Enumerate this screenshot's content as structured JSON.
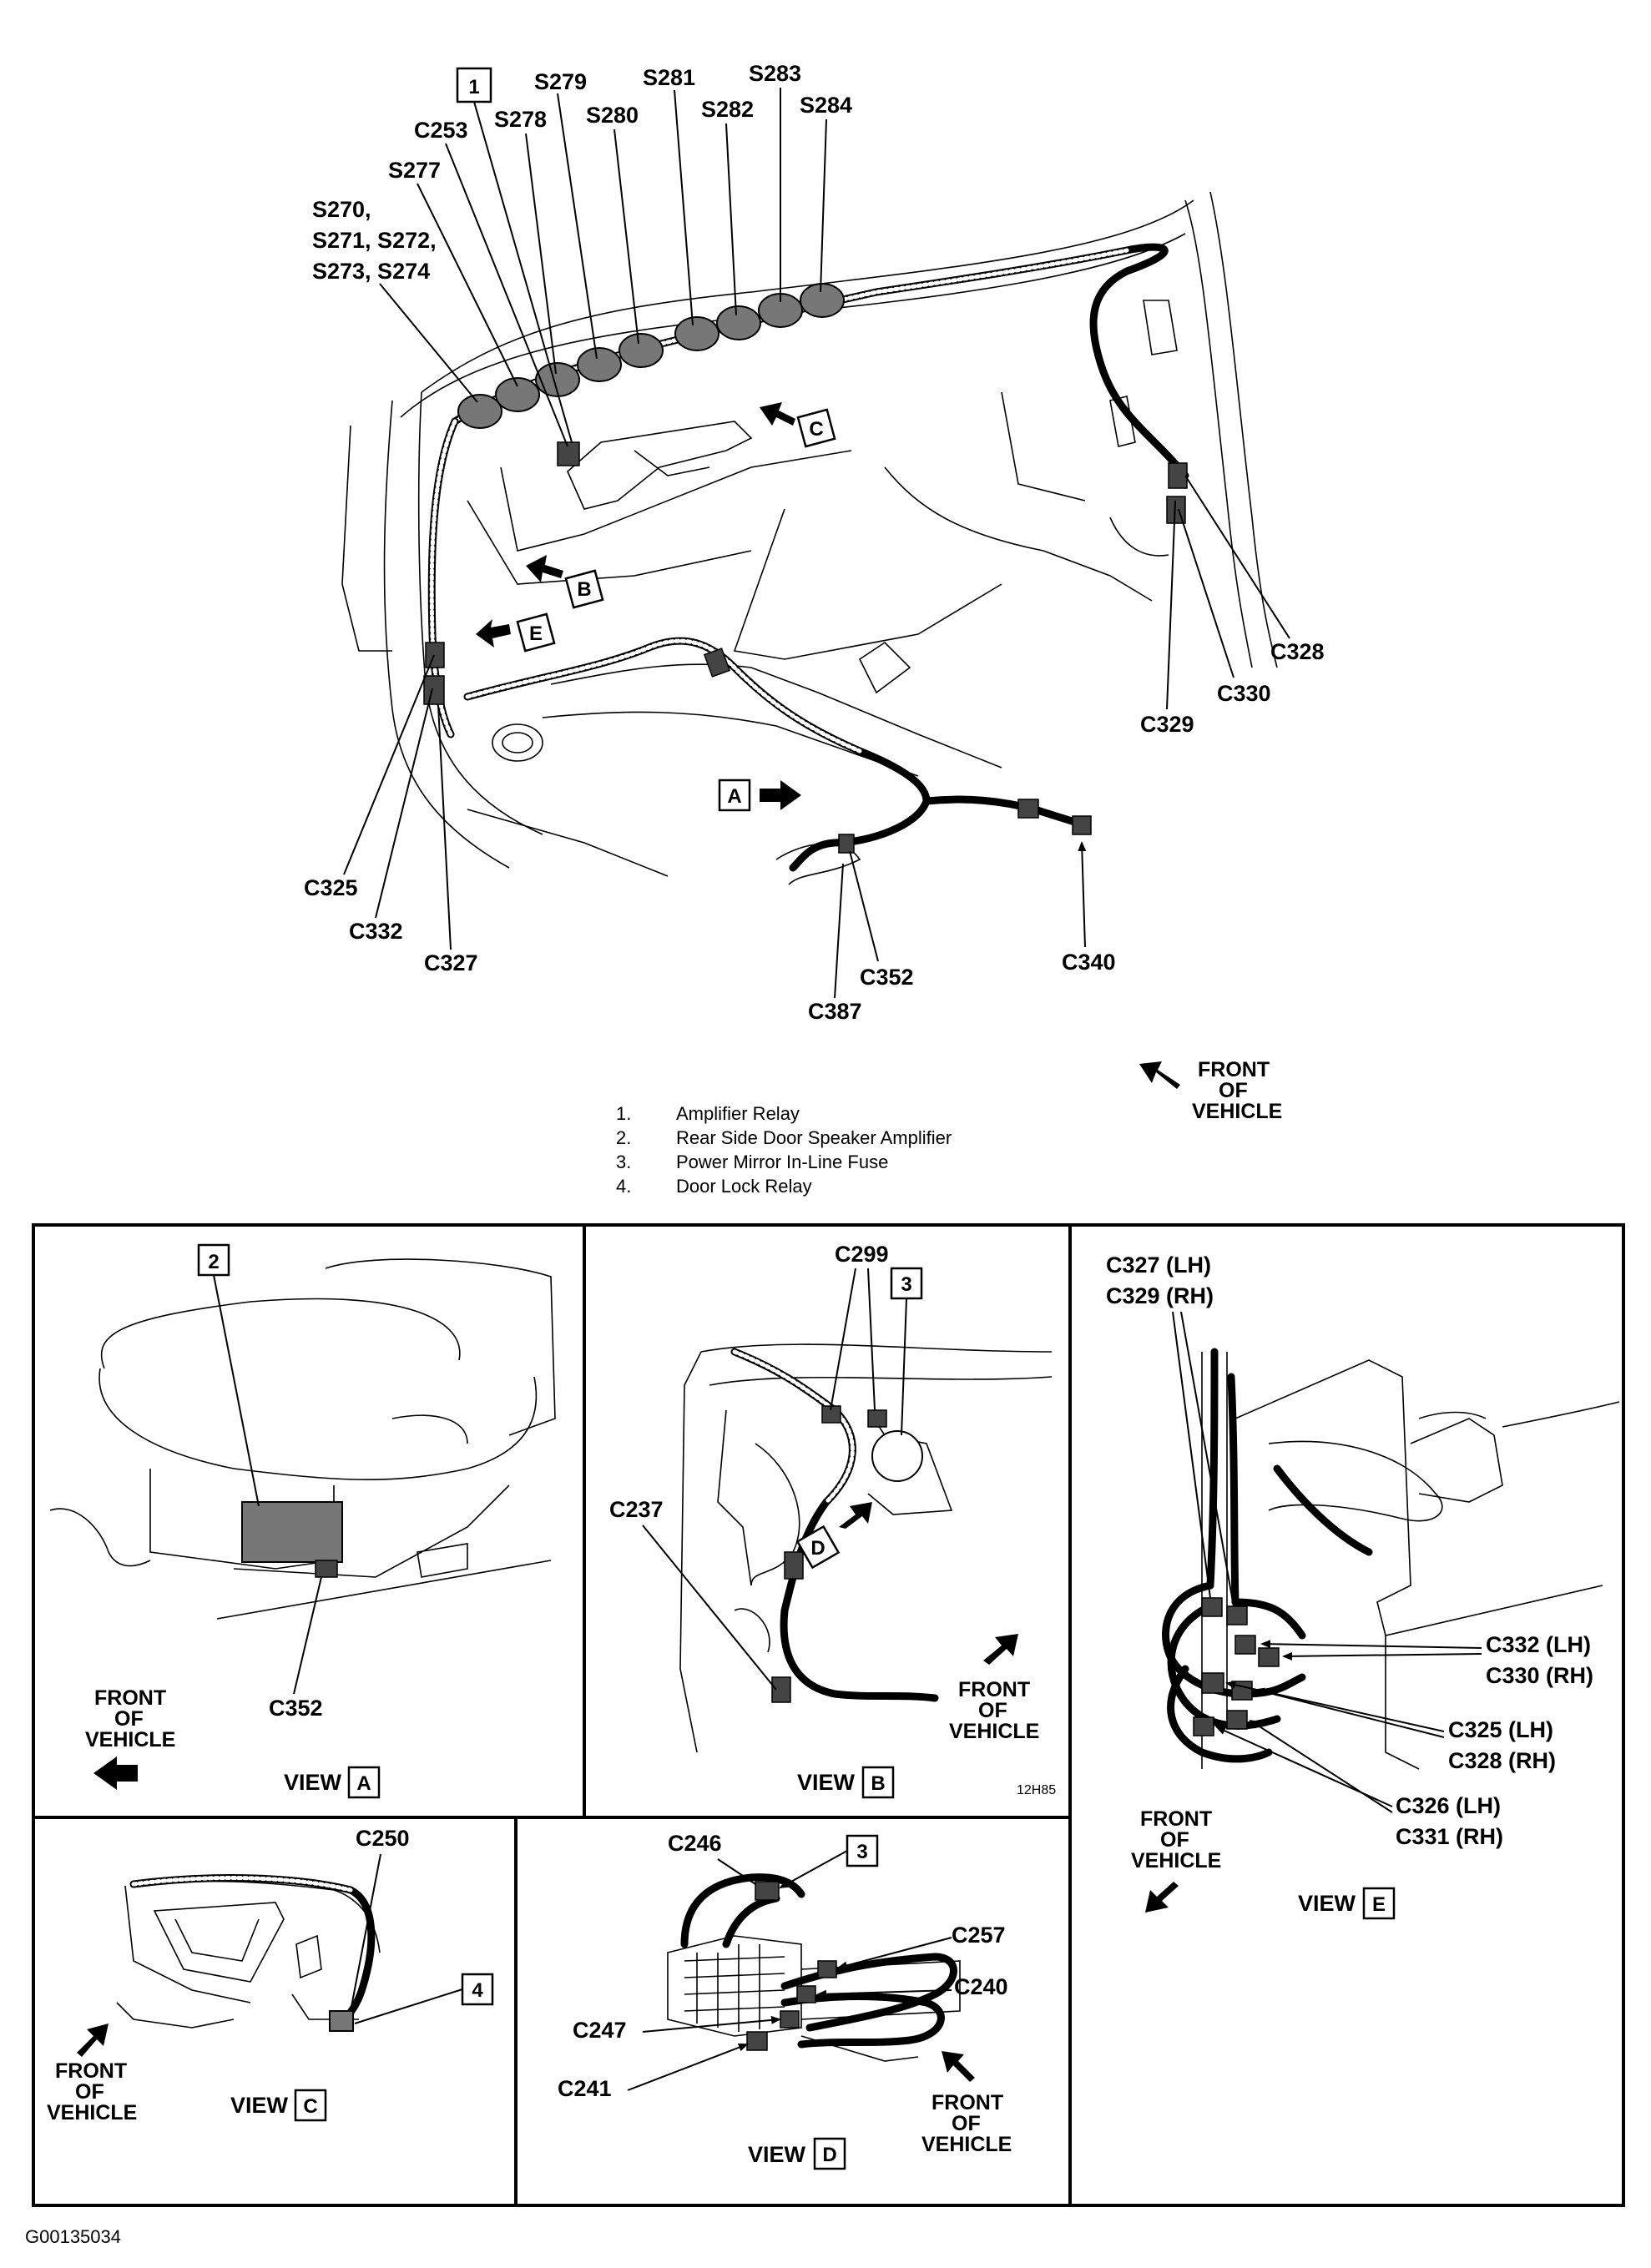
{
  "main_view": {
    "callout_1": "1",
    "labels": {
      "s279": "S279",
      "s281": "S281",
      "s283": "S283",
      "c253": "C253",
      "s278": "S278",
      "s280": "S280",
      "s282": "S282",
      "s284": "S284",
      "s277": "S277",
      "s270_line1": "S270,",
      "s270_line2": "S271, S272,",
      "s270_line3": "S273, S274",
      "c328": "C328",
      "c330": "C330",
      "c329": "C329",
      "c325": "C325",
      "c332": "C332",
      "c327": "C327",
      "c352": "C352",
      "c387": "C387",
      "c340": "C340"
    },
    "view_arrows": {
      "a": "A",
      "b": "B",
      "c": "C",
      "e": "E"
    },
    "front_of_vehicle": [
      "FRONT",
      "OF",
      "VEHICLE"
    ]
  },
  "legend": {
    "items": [
      {
        "num": "1.",
        "text": "Amplifier Relay"
      },
      {
        "num": "2.",
        "text": "Rear Side Door Speaker Amplifier"
      },
      {
        "num": "3.",
        "text": "Power Mirror In-Line Fuse"
      },
      {
        "num": "4.",
        "text": "Door Lock Relay"
      }
    ]
  },
  "view_a": {
    "callout": "2",
    "c352": "C352",
    "front": [
      "FRONT",
      "OF",
      "VEHICLE"
    ],
    "view_word": "VIEW",
    "view_letter": "A"
  },
  "view_b": {
    "callout": "3",
    "c299": "C299",
    "c237": "C237",
    "d": "D",
    "front": [
      "FRONT",
      "OF",
      "VEHICLE"
    ],
    "code": "12H85",
    "view_word": "VIEW",
    "view_letter": "B"
  },
  "view_c": {
    "callout": "4",
    "c250": "C250",
    "front": [
      "FRONT",
      "OF",
      "VEHICLE"
    ],
    "view_word": "VIEW",
    "view_letter": "C"
  },
  "view_d": {
    "callout": "3",
    "c246": "C246",
    "c257": "C257",
    "c240": "C240",
    "c247": "C247",
    "c241": "C241",
    "front": [
      "FRONT",
      "OF",
      "VEHICLE"
    ],
    "view_word": "VIEW",
    "view_letter": "D"
  },
  "view_e": {
    "c327": "C327 (LH)",
    "c329": "C329 (RH)",
    "c332": "C332 (LH)",
    "c330": "C330 (RH)",
    "c325": "C325 (LH)",
    "c328": "C328 (RH)",
    "c326": "C326 (LH)",
    "c331": "C331 (RH)",
    "front": [
      "FRONT",
      "OF",
      "VEHICLE"
    ],
    "view_word": "VIEW",
    "view_letter": "E"
  },
  "figure_id": "G00135034"
}
